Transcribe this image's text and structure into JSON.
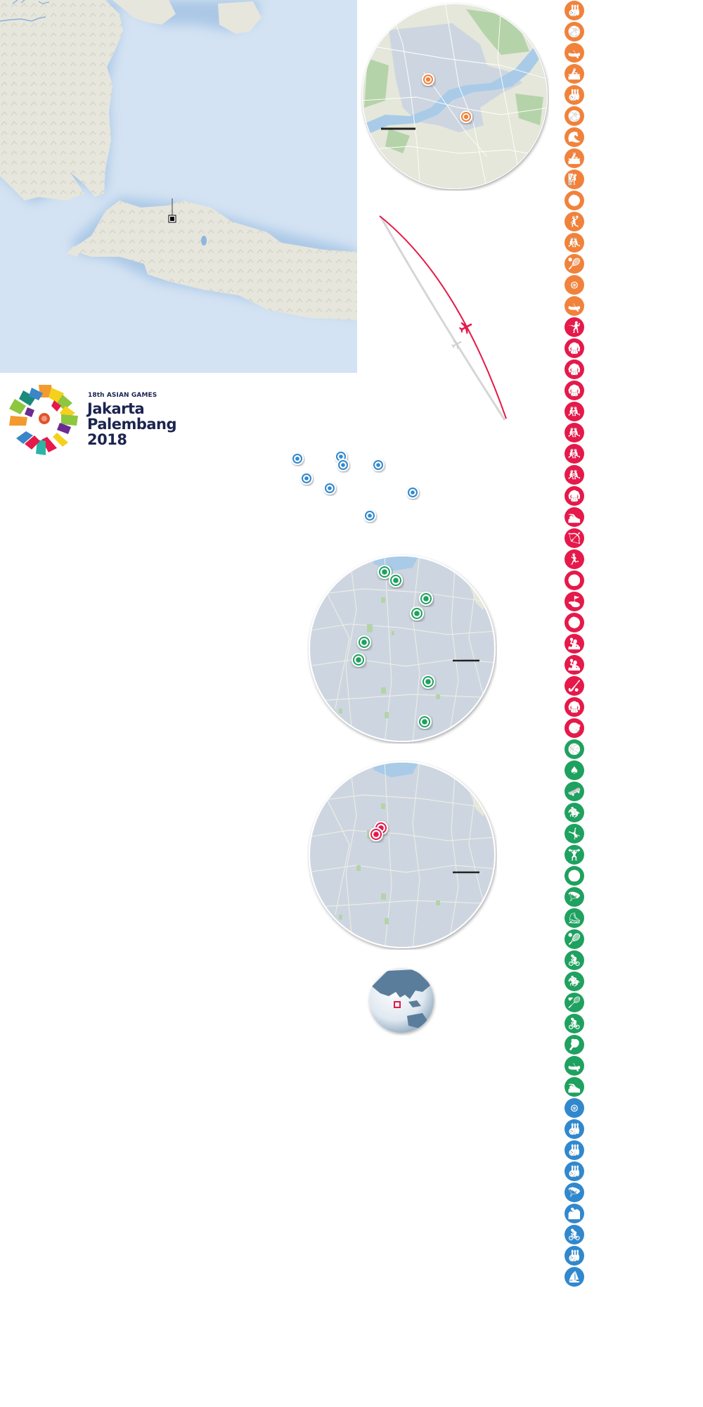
{
  "logo": {
    "edition": "18th ASIAN GAMES",
    "city1": "Jakarta",
    "city2": "Palembang",
    "year": "2018"
  },
  "colors": {
    "sea": "#d4e3f3",
    "land": "#e6e6dc",
    "city_area": "#cdd6e0",
    "green_space": "#b5d3a9",
    "water": "#a9cbe8",
    "orange": "#f0823c",
    "red": "#e5194a",
    "green": "#1fa15f",
    "blue": "#3188cd",
    "flight": "#e5194a"
  },
  "markers": {
    "main_map": {
      "type": "black-square-pin"
    },
    "palembang": {
      "count": 2,
      "color": "orange"
    },
    "cluster": {
      "count": 8,
      "color": "blue"
    },
    "jakarta_green": {
      "count": 8,
      "color": "green"
    },
    "jakarta_red": {
      "count": 2,
      "color": "red"
    },
    "globe": {
      "type": "red-square-locator"
    }
  },
  "sport_icons": {
    "groups": [
      {
        "color": "orange",
        "count": 15,
        "icons": [
          "bowling",
          "sepak-takraw",
          "canoe-slalom",
          "dragon-boat",
          "bowling",
          "football",
          "jet-ski",
          "rowing",
          "sport-climbing",
          "baseball",
          "handball",
          "kabaddi",
          "tennis",
          "modern-pentathlon",
          "canoe-sprint"
        ]
      },
      {
        "color": "red",
        "count": 20,
        "icons": [
          "fencing",
          "judo",
          "pencak-silat",
          "ju-jitsu",
          "kurash",
          "wrestling",
          "sambo",
          "wrestling-greco",
          "taekwondo",
          "swimming",
          "archery",
          "athletics",
          "volleyball",
          "golf",
          "softball",
          "water-polo",
          "diving",
          "hockey",
          "karate",
          "shooting"
        ]
      },
      {
        "color": "green",
        "count": 17,
        "icons": [
          "basketball",
          "bridge",
          "skateboarding",
          "equestrian",
          "gymnastics",
          "weightlifting",
          "beach-volleyball",
          "paragliding",
          "roller-sports",
          "squash",
          "cycling-bmx",
          "polo",
          "badminton",
          "cycling-track",
          "table-tennis",
          "canoe",
          "artistic-swimming"
        ]
      },
      {
        "color": "blue",
        "count": 9,
        "icons": [
          "triathlon",
          "bowling",
          "bowling",
          "bowling",
          "paragliding",
          "mountain-bike",
          "road-cycling",
          "bowling",
          "sailing"
        ]
      }
    ]
  }
}
